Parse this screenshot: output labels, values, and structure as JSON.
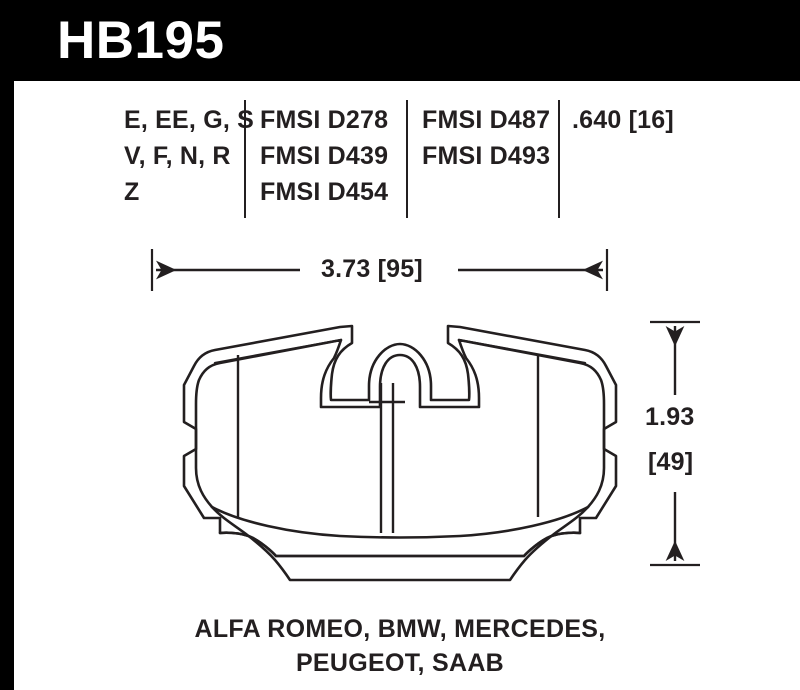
{
  "header": {
    "part_number": "HB195"
  },
  "spec_table": {
    "columns": [
      {
        "name": "compound-codes",
        "lines": [
          "E, EE, G, S",
          "V, F, N, R",
          "Z"
        ]
      },
      {
        "name": "fmsi-group-1",
        "lines": [
          "FMSI D278",
          "FMSI D439",
          "FMSI D454"
        ]
      },
      {
        "name": "fmsi-group-2",
        "lines": [
          "FMSI D487",
          "FMSI D493"
        ]
      },
      {
        "name": "thickness",
        "lines": [
          ".640 [16]"
        ]
      }
    ]
  },
  "dimensions": {
    "width": "3.73 [95]",
    "height_inches": "1.93",
    "height_mm": "[49]"
  },
  "vehicles": {
    "line1": "ALFA ROMEO, BMW, MERCEDES,",
    "line2": "PEUGEOT, SAAB"
  },
  "colors": {
    "banner": "#000000",
    "banner_text": "#ffffff",
    "ink": "#231f20",
    "background": "#ffffff"
  }
}
